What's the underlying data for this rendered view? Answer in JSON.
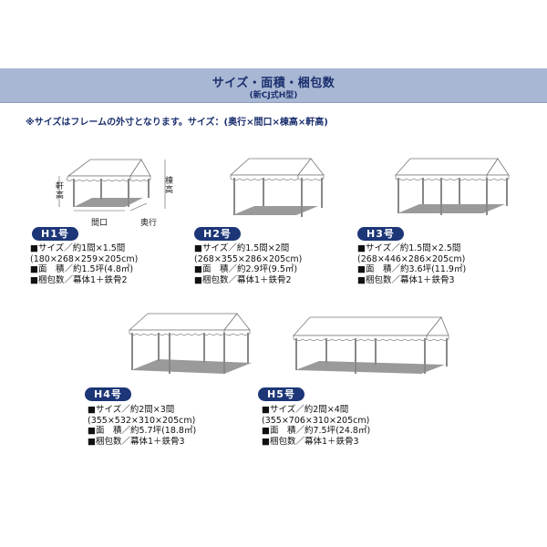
{
  "banner": {
    "title": "サイズ・面積・梱包数",
    "subtitle": "(新CJ式H型)",
    "bg_color": "#a8b7d3",
    "text_color": "#1b2f6e"
  },
  "note": "※サイズはフレームの外寸となります。サイズ：(奥行×間口×棟高×軒高)",
  "dimension_labels": {
    "eave_height": "軒高",
    "ridge_height": "棟高",
    "frontage": "間口",
    "depth": "奥行"
  },
  "badge_color": "#1c3677",
  "models": [
    {
      "badge": "H1号",
      "size": "■サイズ／約1間×1.5間",
      "dims": "(180×268×259×205cm)",
      "area": "■面　積／約1.5坪(4.8㎡)",
      "packing": "■梱包数／幕体1＋鉄骨2",
      "icon": "tent-illustration-h1"
    },
    {
      "badge": "H2号",
      "size": "■サイズ／約1.5間×2間",
      "dims": "(268×355×286×205cm)",
      "area": "■面　積／約2.9坪(9.5㎡)",
      "packing": "■梱包数／幕体1＋鉄骨2",
      "icon": "tent-illustration-h2"
    },
    {
      "badge": "H3号",
      "size": "■サイズ／約1.5間×2.5間",
      "dims": "(268×446×286×205cm)",
      "area": "■面　積／約3.6坪(11.9㎡)",
      "packing": "■梱包数／幕体1＋鉄骨3",
      "icon": "tent-illustration-h3"
    },
    {
      "badge": "H4号",
      "size": "■サイズ／約2間×3間",
      "dims": "(355×532×310×205cm)",
      "area": "■面　積／約5.7坪(18.8㎡)",
      "packing": "■梱包数／幕体1＋鉄骨3",
      "icon": "tent-illustration-h4"
    },
    {
      "badge": "H5号",
      "size": "■サイズ／約2間×4間",
      "dims": "(355×706×310×205cm)",
      "area": "■面　積／約7.5坪(24.8㎡)",
      "packing": "■梱包数／幕体1＋鉄骨3",
      "icon": "tent-illustration-h5"
    }
  ]
}
